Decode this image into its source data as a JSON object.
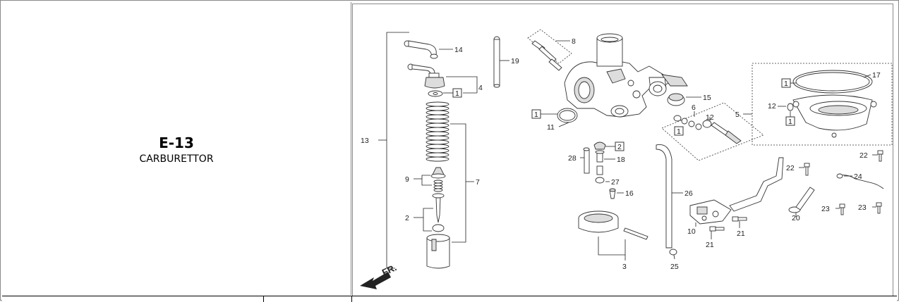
{
  "section": {
    "code": "E-13",
    "name": "CARBURETTOR"
  },
  "diagram": {
    "fr_label": "FR.",
    "callouts": {
      "c2": "2",
      "c3": "3",
      "c4": "4",
      "c5": "5",
      "c6": "6",
      "c7": "7",
      "c8": "8",
      "c9": "9",
      "c10": "10",
      "c11": "11",
      "c12a": "12",
      "c12b": "12",
      "c13": "13",
      "c14": "14",
      "c15": "15",
      "c16": "16",
      "c17": "17",
      "c18": "18",
      "c19": "19",
      "c20": "20",
      "c21a": "21",
      "c21b": "21",
      "c22a": "22",
      "c22b": "22",
      "c23a": "23",
      "c23b": "23",
      "c24": "24",
      "c25": "25",
      "c26": "26",
      "c27": "27",
      "c28": "28"
    },
    "boxed": {
      "one": "1",
      "two": "2"
    }
  }
}
